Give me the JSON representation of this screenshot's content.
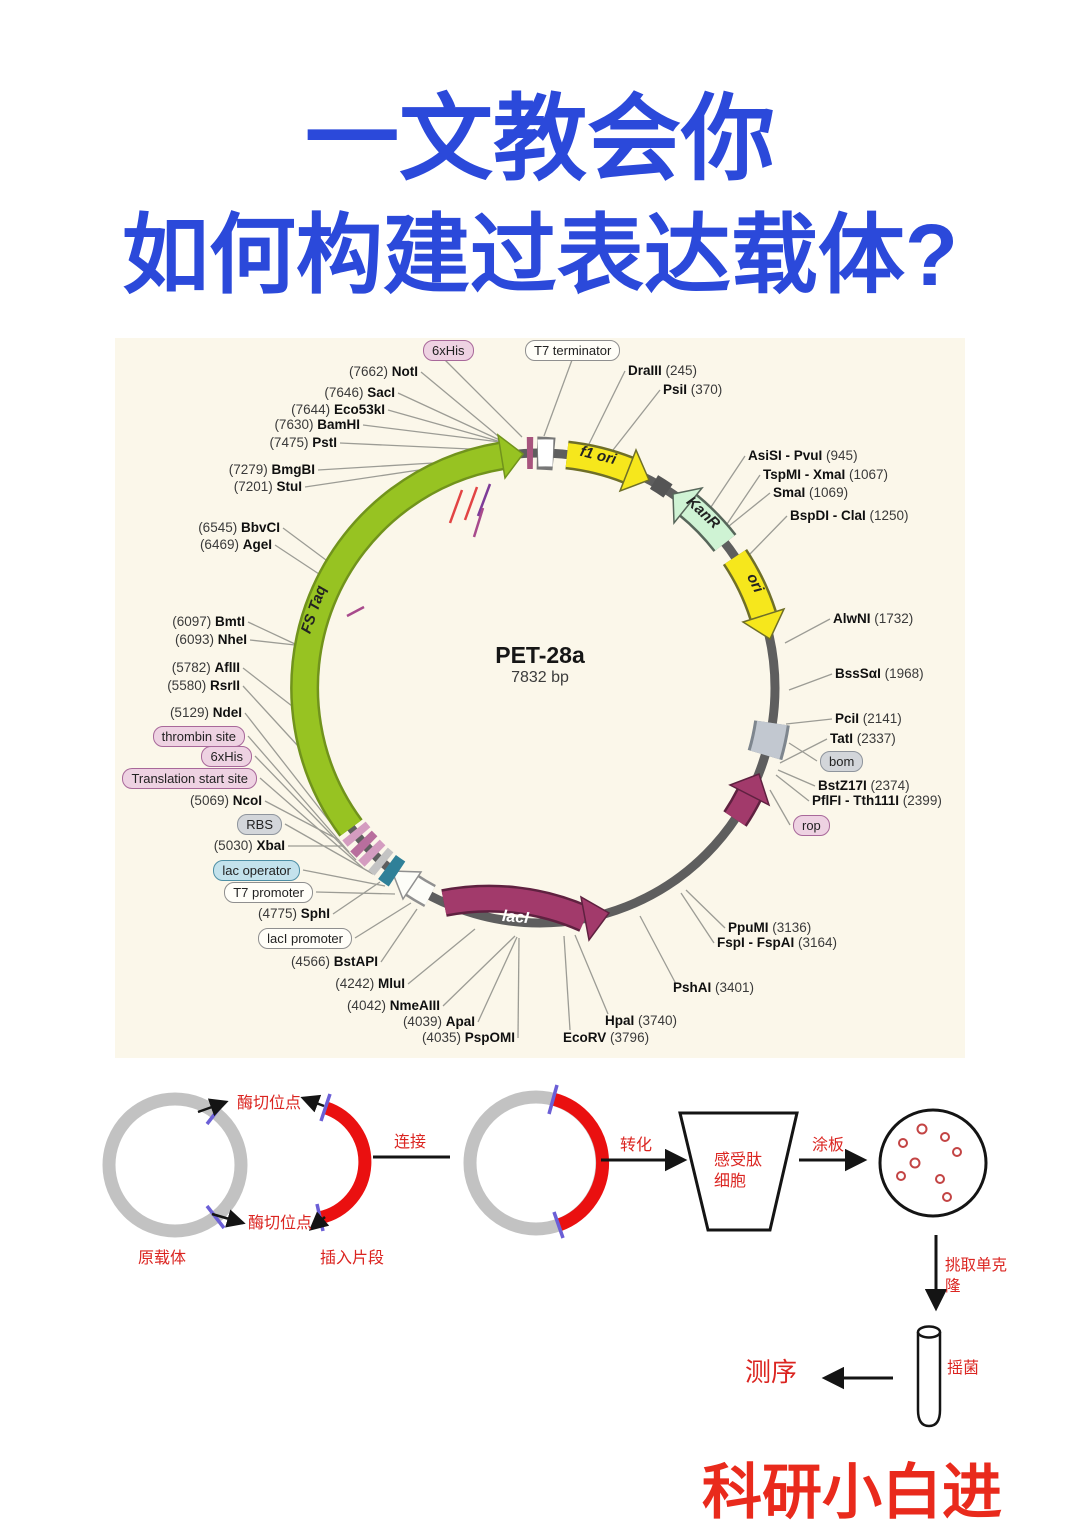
{
  "title": {
    "line1": "一文教会你",
    "line2": "如何构建过表达载体?"
  },
  "plasmid": {
    "name": "PET-28a",
    "size": "7832 bp",
    "features": {
      "fs_taq": "FS Taq",
      "f1_ori": "f1 ori",
      "kanr": "KanR",
      "ori": "ori",
      "laci": "lacI"
    },
    "pills": [
      {
        "text": "6xHis"
      },
      {
        "text": "T7 terminator"
      },
      {
        "text": "thrombin site"
      },
      {
        "text": "6xHis"
      },
      {
        "text": "Translation start site"
      },
      {
        "text": "RBS"
      },
      {
        "text": "lac operator"
      },
      {
        "text": "T7 promoter"
      },
      {
        "text": "lacI promoter"
      },
      {
        "text": "bom"
      },
      {
        "text": "rop"
      }
    ],
    "sites": [
      {
        "pos": "(7662)",
        "name": "NotI"
      },
      {
        "pos": "(7646)",
        "name": "SacI"
      },
      {
        "pos": "(7644)",
        "name": "Eco53kI"
      },
      {
        "pos": "(7630)",
        "name": "BamHI"
      },
      {
        "pos": "(7475)",
        "name": "PstI"
      },
      {
        "pos": "(7279)",
        "name": "BmgBI"
      },
      {
        "pos": "(7201)",
        "name": "StuI"
      },
      {
        "pos": "(6545)",
        "name": "BbvCI"
      },
      {
        "pos": "(6469)",
        "name": "AgeI"
      },
      {
        "pos": "(6097)",
        "name": "BmtI"
      },
      {
        "pos": "(6093)",
        "name": "NheI"
      },
      {
        "pos": "(5782)",
        "name": "AflII"
      },
      {
        "pos": "(5580)",
        "name": "RsrII"
      },
      {
        "pos": "(5129)",
        "name": "NdeI"
      },
      {
        "pos": "(5069)",
        "name": "NcoI"
      },
      {
        "pos": "(5030)",
        "name": "XbaI"
      },
      {
        "pos": "(4775)",
        "name": "SphI"
      },
      {
        "pos": "(4566)",
        "name": "BstAPI"
      },
      {
        "pos": "(4242)",
        "name": "MluI"
      },
      {
        "pos": "(4042)",
        "name": "NmeAIII"
      },
      {
        "pos": "(4039)",
        "name": "ApaI"
      },
      {
        "pos": "(4035)",
        "name": "PspOMI"
      },
      {
        "name": "EcoRV",
        "pos": "(3796)"
      },
      {
        "name": "HpaI",
        "pos": "(3740)"
      },
      {
        "name": "PshAI",
        "pos": "(3401)"
      },
      {
        "name": "DraIII",
        "pos": "(245)"
      },
      {
        "name": "PsiI",
        "pos": "(370)"
      },
      {
        "name": "AsiSI - PvuI",
        "pos": "(945)"
      },
      {
        "name": "TspMI - XmaI",
        "pos": "(1067)"
      },
      {
        "name": "SmaI",
        "pos": "(1069)"
      },
      {
        "name": "BspDI - ClaI",
        "pos": "(1250)"
      },
      {
        "name": "AlwNI",
        "pos": "(1732)"
      },
      {
        "name": "BssSαI",
        "pos": "(1968)"
      },
      {
        "name": "PciI",
        "pos": "(2141)"
      },
      {
        "name": "TatI",
        "pos": "(2337)"
      },
      {
        "name": "BstZ17I",
        "pos": "(2374)"
      },
      {
        "name": "PflFI - Tth111I",
        "pos": "(2399)"
      },
      {
        "name": "PpuMI",
        "pos": "(3136)"
      },
      {
        "name": "FspI - FspAI",
        "pos": "(3164)"
      }
    ]
  },
  "workflow": {
    "cut_site_top": "酶切位点",
    "cut_site_bottom": "酶切位点",
    "original_vector": "原载体",
    "insert_fragment": "插入片段",
    "ligation": "连接",
    "transformation": "转化",
    "competent_cells_line1": "感受肽",
    "competent_cells_line2": "细胞",
    "plating": "涂板",
    "pick_clone": "挑取单克隆",
    "shake": "摇菌",
    "sequencing": "测序"
  },
  "footer": "科研小白进"
}
